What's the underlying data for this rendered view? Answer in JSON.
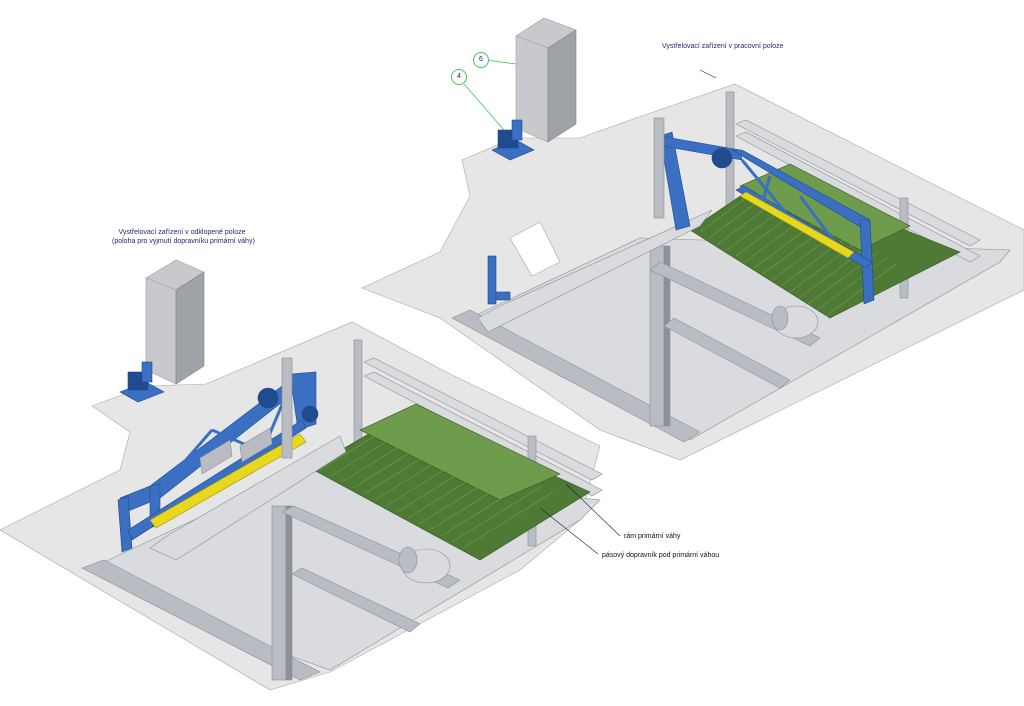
{
  "captions": {
    "working_position": "Vystřelovací zařízení v pracovní poloze",
    "folded_position_line1": "Vystřelovací zařízení v odklopené poloze",
    "folded_position_line2": "(poloha pro vyjmutí dopravníku primární váhy)",
    "primary_scale_frame": "rám primární váhy",
    "belt_conveyor": "pásový dopravník pod primární váhou"
  },
  "callouts": {
    "balloon_6": "6",
    "balloon_4": "4"
  },
  "colors": {
    "floor": "#e6e6e6",
    "floor_edge": "#a9a9a9",
    "steel": "#b9bcc2",
    "steel_dark": "#8d9097",
    "steel_light": "#d9dbdf",
    "blue_frame": "#3a6fc2",
    "blue_dark": "#214b8f",
    "conveyor": "#4f7a36",
    "conveyor_dark": "#355726",
    "conveyor_light": "#6f9b4c",
    "yellow": "#e7d81e",
    "cabinet": "#c7c9cc",
    "cabinet_dark": "#9fa2a6",
    "callout_green": "#46c35a",
    "label_text": "#1f2a6b"
  }
}
